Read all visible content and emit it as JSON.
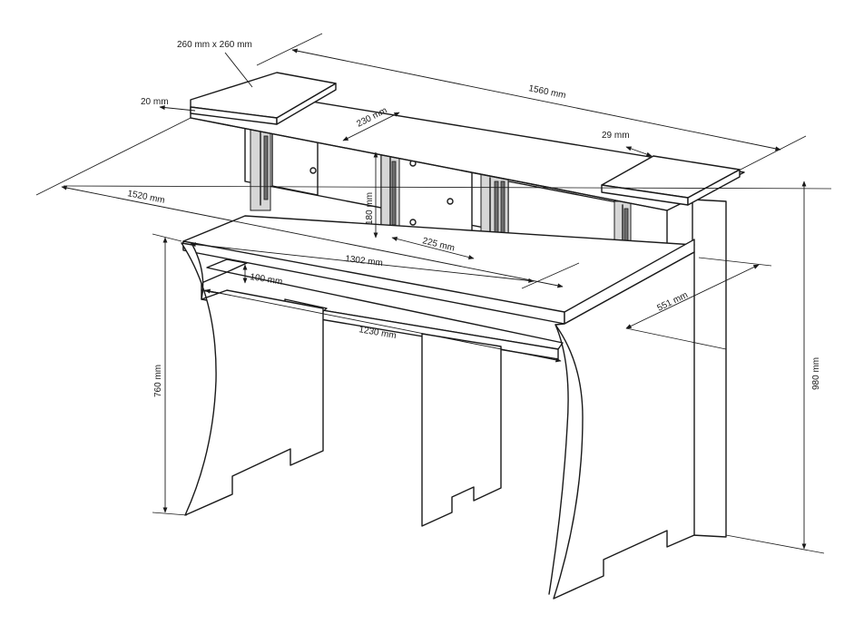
{
  "dimensions": {
    "shelf_size": "260 mm x 260 mm",
    "shelf_thickness": "20 mm",
    "total_width": "1560 mm",
    "bridge_depth": "230 mm",
    "cut_gap": "29 mm",
    "total_depth": "1520 mm",
    "bay_height": "180 mm",
    "bay_width": "225 mm",
    "desk_width": "1302 mm",
    "rail_height": "100 mm",
    "rail_length": "1230 mm",
    "desk_depth": "551 mm",
    "desk_height": "760 mm",
    "total_height": "980 mm"
  },
  "colors": {
    "line": "#1a1a1a",
    "panel": "#ffffff",
    "rail": "#d6d6d6"
  }
}
